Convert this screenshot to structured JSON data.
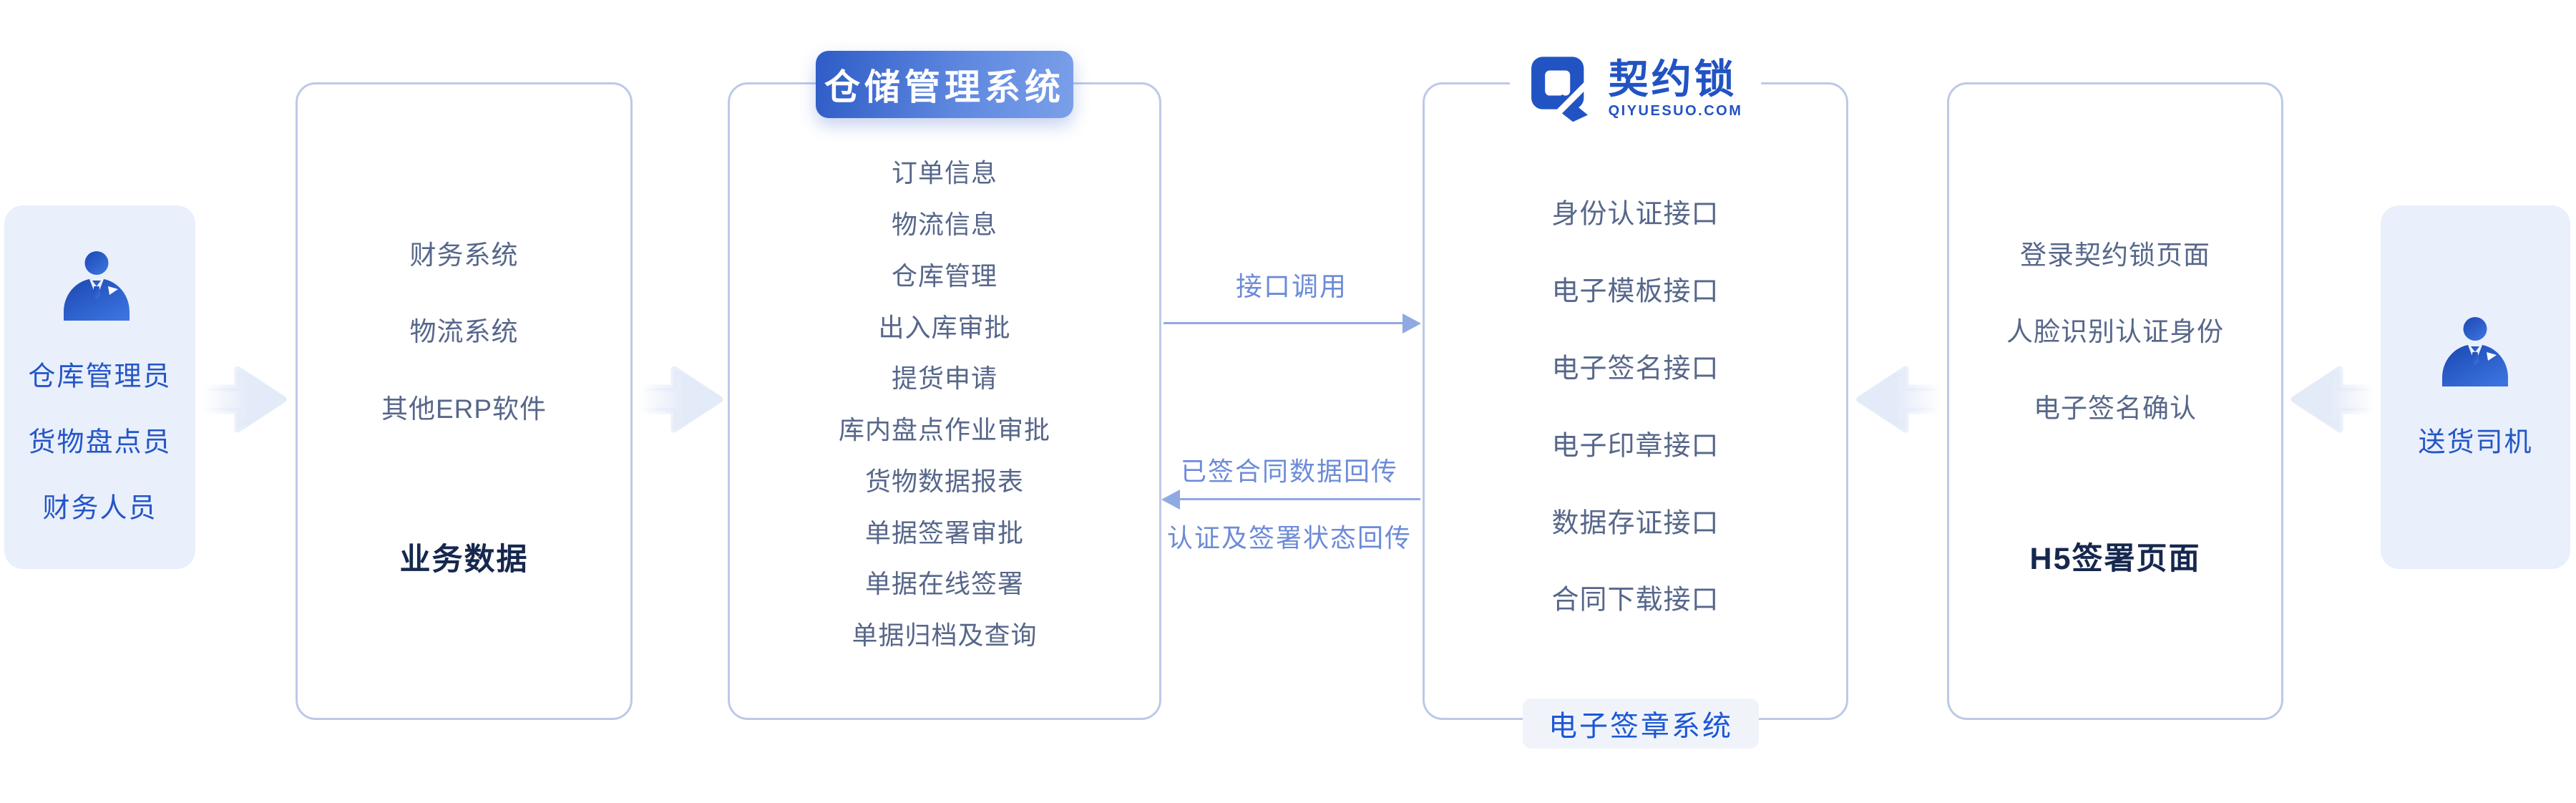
{
  "colors": {
    "accent_blue": "#2153C3",
    "wms_badge_gradient_start": "#2E5CC6",
    "wms_badge_gradient_end": "#7BA0E9",
    "box_border": "#BCC9E8",
    "item_text": "#57678A",
    "dark_label": "#16284E",
    "flow_text": "#6C8BD8",
    "flow_arrow": "#8FA9E3",
    "actor_card_bg": "#E9EFFB",
    "actor_text": "#2456C6",
    "esign_badge_bg": "#F0F4FA",
    "esign_badge_text": "#1D57D5"
  },
  "actors_left": {
    "icon": "businessman-icon",
    "roles": [
      "仓库管理员",
      "货物盘点员",
      "财务人员"
    ]
  },
  "erp_box": {
    "items": [
      "财务系统",
      "物流系统",
      "其他ERP软件"
    ],
    "footer_label": "业务数据"
  },
  "wms_box": {
    "title": "仓储管理系统",
    "items": [
      "订单信息",
      "物流信息",
      "仓库管理",
      "出入库审批",
      "提货申请",
      "库内盘点作业审批",
      "货物数据报表",
      "单据签署审批",
      "单据在线签署",
      "单据归档及查询"
    ]
  },
  "flows": {
    "call_label": "接口调用",
    "return_labels": [
      "已签合同数据回传",
      "认证及签署状态回传"
    ]
  },
  "qys_box": {
    "brand": "契约锁",
    "brand_domain": "QIYUESUO.COM",
    "items": [
      "身份认证接口",
      "电子模板接口",
      "电子签名接口",
      "电子印章接口",
      "数据存证接口",
      "合同下载接口"
    ],
    "system_badge": "电子签章系统"
  },
  "h5_box": {
    "items": [
      "登录契约锁页面",
      "人脸识别认证身份",
      "电子签名确认"
    ],
    "footer_label": "H5签署页面"
  },
  "actors_right": {
    "icon": "businessman-icon",
    "roles": [
      "送货司机"
    ]
  }
}
